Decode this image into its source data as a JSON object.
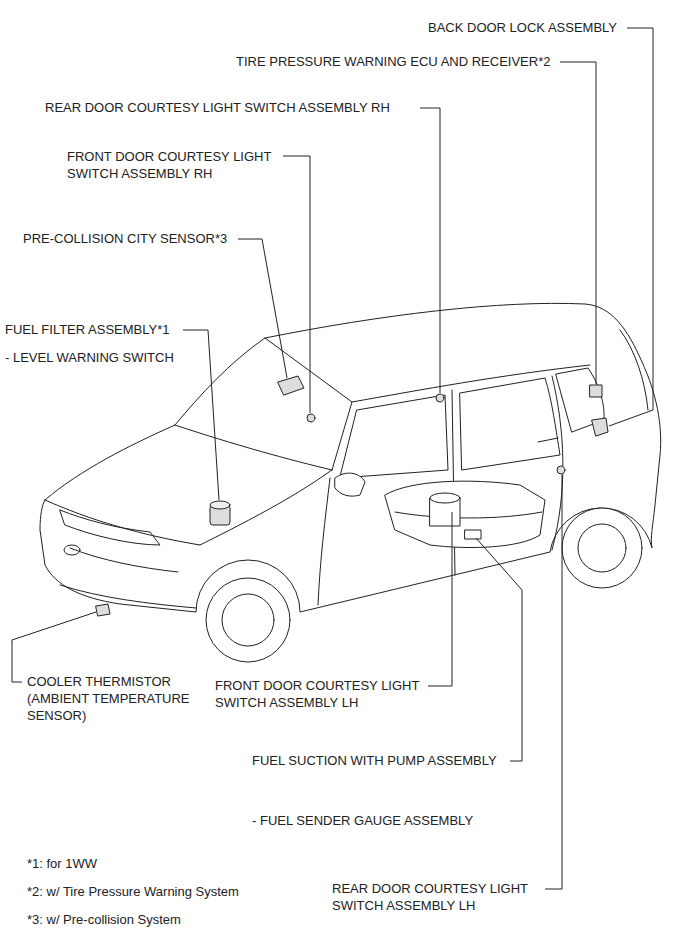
{
  "diagram": {
    "labels": [
      "BACK DOOR LOCK ASSEMBLY",
      "TIRE PRESSURE WARNING ECU AND RECEIVER*2",
      "REAR DOOR COURTESY LIGHT SWITCH ASSEMBLY RH",
      "FRONT DOOR COURTESY LIGHT SWITCH ASSEMBLY RH",
      "PRE-COLLISION CITY SENSOR*3",
      "FUEL FILTER ASSEMBLY*1",
      "- LEVEL WARNING SWITCH",
      "COOLER THERMISTOR (AMBIENT TEMPERATURE SENSOR)",
      "FRONT DOOR COURTESY LIGHT SWITCH ASSEMBLY LH",
      "FUEL SUCTION WITH PUMP ASSEMBLY",
      "- FUEL SENDER GAUGE ASSEMBLY",
      "REAR DOOR COURTESY LIGHT SWITCH ASSEMBLY LH",
      "*1: for 1WW",
      "*2: w/ Tire Pressure Warning System",
      "*3: w/ Pre-collision System"
    ]
  }
}
